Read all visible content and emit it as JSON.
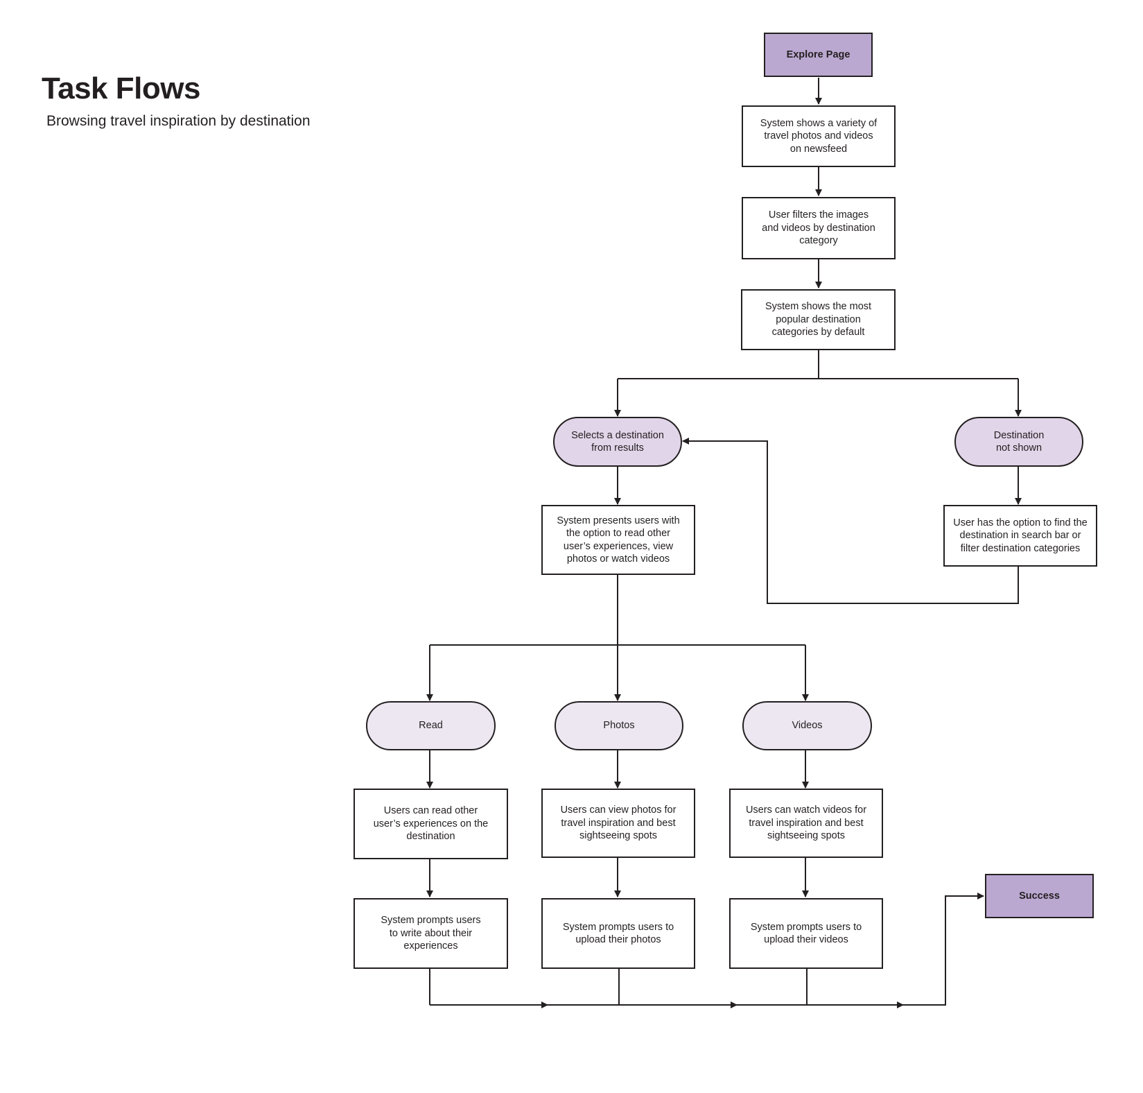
{
  "header": {
    "title": "Task Flows",
    "subtitle": "Browsing travel inspiration by destination"
  },
  "colors": {
    "terminal_fill": "#bba8d1",
    "decision_fill": "#e1d5e9",
    "branch_fill": "#ede7f2",
    "stroke": "#231f20",
    "text": "#231f20"
  },
  "nodes": {
    "explore_page": "Explore Page",
    "shows_variety": "System shows a variety of\ntravel photos and videos\non newsfeed",
    "user_filters": "User filters the images\nand videos by destination\ncategory",
    "shows_popular": "System shows the most\npopular destination\ncategories by default",
    "selects_destination": "Selects a destination\nfrom results",
    "destination_not_shown": "Destination\nnot shown",
    "presents_options": "System presents users with\nthe option to read other\nuser’s experiences, view\nphotos or watch videos",
    "search_option": "User has the option to find the\ndestination in search bar or\nfilter destination categories",
    "read": "Read",
    "photos": "Photos",
    "videos": "Videos",
    "read_experiences": "Users can read other\nuser’s experiences on the\ndestination",
    "view_photos": "Users can view photos for\ntravel inspiration and best\nsightseeing spots",
    "watch_videos": "Users can watch videos for\ntravel inspiration and best\nsightseeing spots",
    "prompt_write": "System prompts users\nto write about their\nexperiences",
    "prompt_photos": "System prompts users to\nupload their photos",
    "prompt_videos": "System prompts users to\nupload their videos",
    "success": "Success"
  }
}
